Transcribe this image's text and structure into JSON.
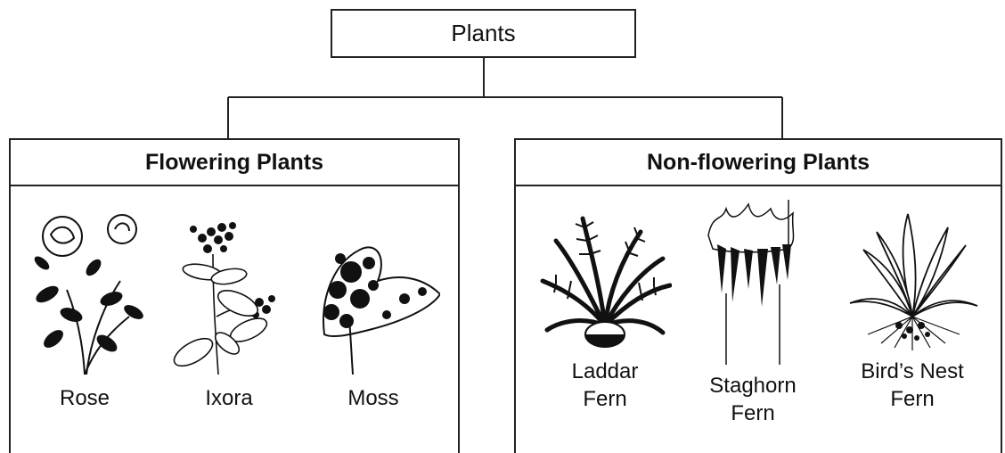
{
  "root": {
    "label": "Plants"
  },
  "groups": [
    {
      "title": "Flowering Plants",
      "plants": [
        {
          "line1": "Rose",
          "line2": "",
          "icon": "rose-icon"
        },
        {
          "line1": "Ixora",
          "line2": "",
          "icon": "ixora-icon"
        },
        {
          "line1": "Moss",
          "line2": "",
          "icon": "moss-icon"
        }
      ]
    },
    {
      "title": "Non-flowering Plants",
      "plants": [
        {
          "line1": "Laddar",
          "line2": "Fern",
          "icon": "ladder-fern-icon"
        },
        {
          "line1": "Staghorn",
          "line2": "Fern",
          "icon": "staghorn-fern-icon"
        },
        {
          "line1": "Bird’s Nest",
          "line2": "Fern",
          "icon": "birds-nest-fern-icon"
        }
      ]
    }
  ]
}
